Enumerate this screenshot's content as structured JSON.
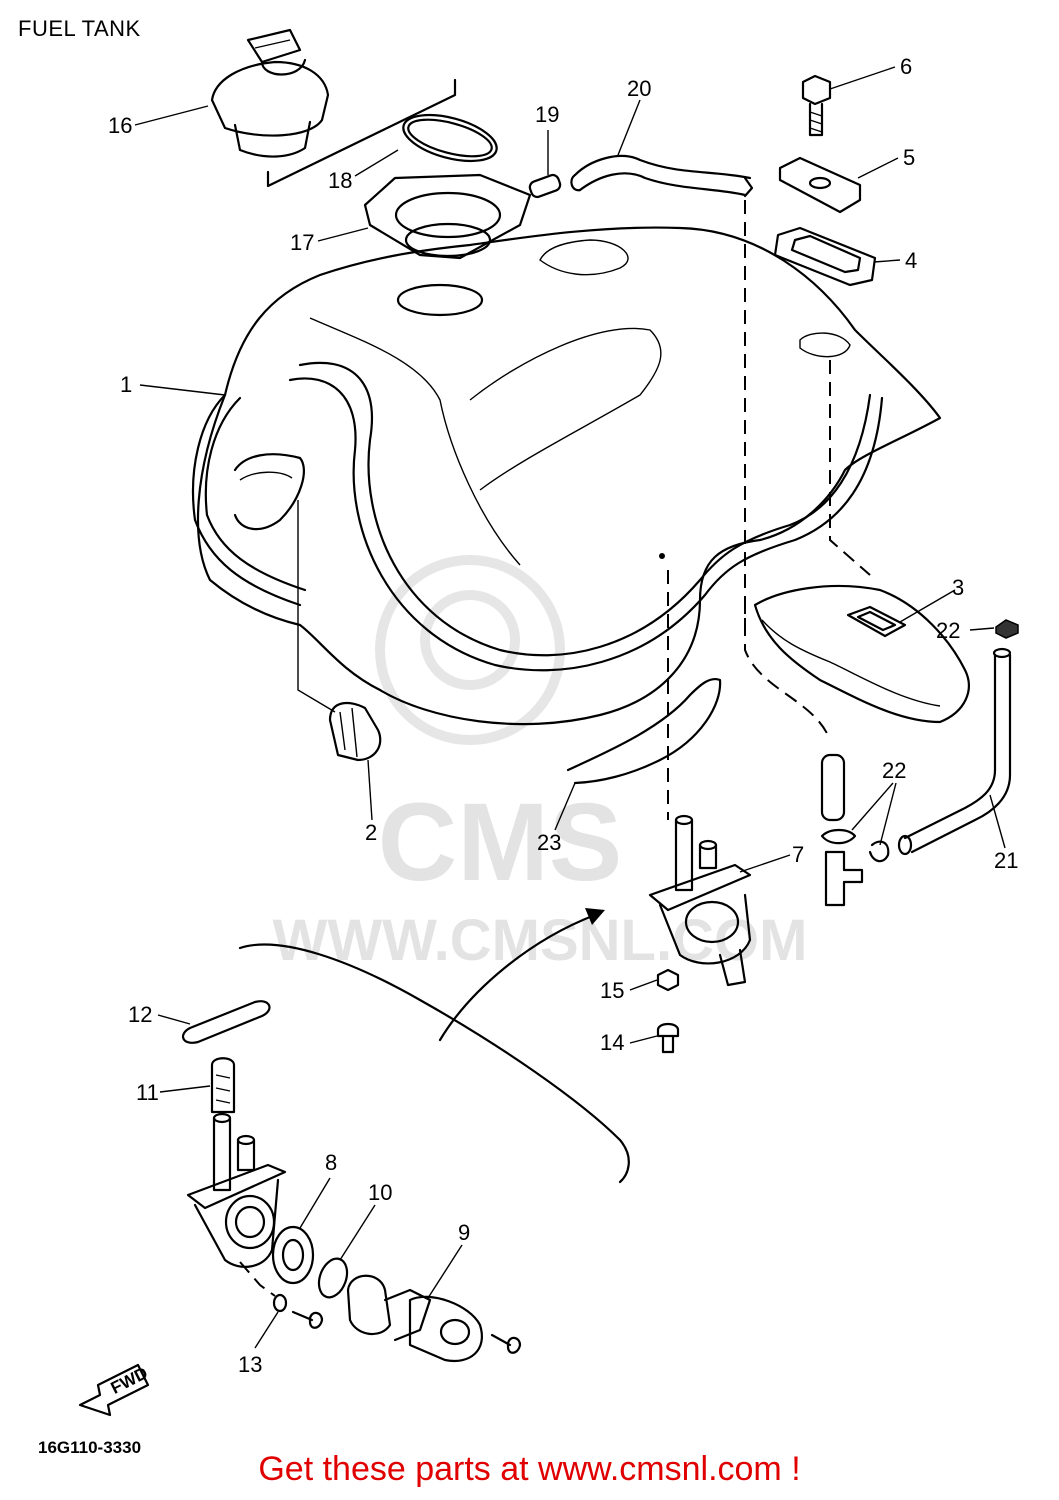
{
  "title": "FUEL TANK",
  "diagram_code": "16G110-3330",
  "footer": "Get these parts at www.cmsnl.com !",
  "watermark": {
    "logo_text": "CMS",
    "url_text": "WWW.CMSNL.COM"
  },
  "fwd_label": "FWD",
  "callouts": {
    "p1": "1",
    "p2": "2",
    "p3": "3",
    "p4": "4",
    "p5": "5",
    "p6": "6",
    "p7": "7",
    "p8": "8",
    "p9": "9",
    "p10": "10",
    "p11": "11",
    "p12": "12",
    "p13": "13",
    "p14": "14",
    "p15": "15",
    "p16": "16",
    "p17": "17",
    "p18": "18",
    "p19": "19",
    "p20": "20",
    "p21": "21",
    "p22a": "22",
    "p22b": "22",
    "p23": "23"
  },
  "colors": {
    "footer": "#e00000",
    "line": "#000000",
    "watermark": "#e3e3e3"
  }
}
